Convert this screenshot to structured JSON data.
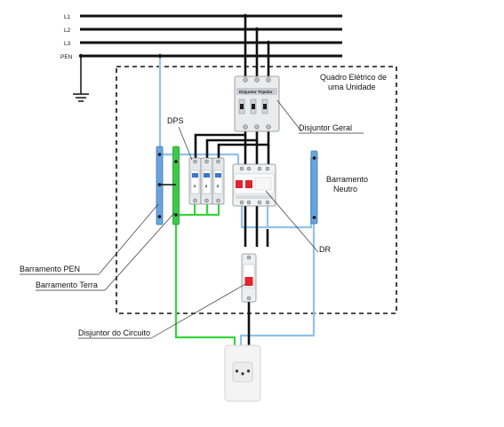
{
  "lines": {
    "l1": "L1",
    "l2": "L2",
    "l3": "L3",
    "pen": "PEN"
  },
  "panel": {
    "title_line1": "Quadro Elétrico de",
    "title_line2": "uma Unidade"
  },
  "labels": {
    "dps": "DPS",
    "main_breaker": "Disjuntor Geral",
    "neutral_bar_line1": "Barramento",
    "neutral_bar_line2": "Neutro",
    "dr": "DR",
    "pen_bar": "Barramento PEN",
    "earth_bar": "Barramento Terra",
    "circuit_breaker": "Disjuntor do Circuito"
  },
  "devices": {
    "main_breaker_face": "Disjuntor Tripolar",
    "dps_rating": "4"
  },
  "colors": {
    "phase_wire": "#111111",
    "pen_wire": "#8fc3ea",
    "earth_wire": "#35d63a",
    "bus_bar_blue": "#6aa4de",
    "bus_bar_green": "#3cc94a",
    "trip_red": "#e0232e"
  }
}
